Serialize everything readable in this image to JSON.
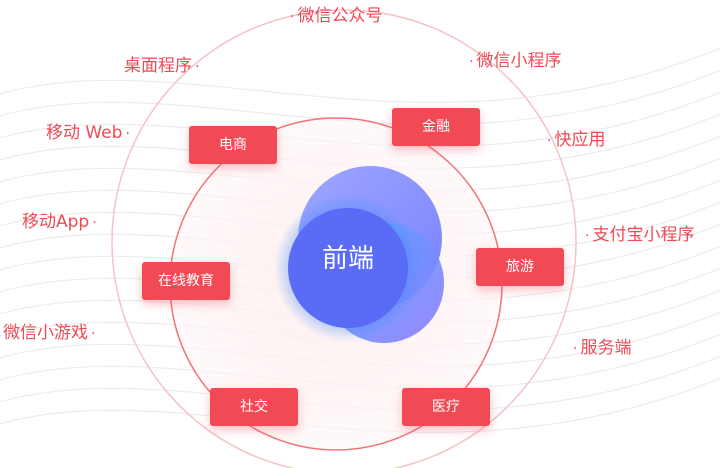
{
  "center": {
    "label": "前端"
  },
  "inner_tags": [
    {
      "id": "ecommerce",
      "label": "电商"
    },
    {
      "id": "finance",
      "label": "金融"
    },
    {
      "id": "online-education",
      "label": "在线教育"
    },
    {
      "id": "travel",
      "label": "旅游"
    },
    {
      "id": "social",
      "label": "社交"
    },
    {
      "id": "medical",
      "label": "医疗"
    }
  ],
  "outer_labels": [
    {
      "id": "wechat-official",
      "label": "微信公众号"
    },
    {
      "id": "desktop-app",
      "label": "桌面程序"
    },
    {
      "id": "wechat-miniprogram",
      "label": "微信小程序"
    },
    {
      "id": "mobile-web",
      "label": "移动 Web"
    },
    {
      "id": "quick-app",
      "label": "快应用"
    },
    {
      "id": "mobile-app",
      "label": "移动App"
    },
    {
      "id": "alipay-miniprogram",
      "label": "支付宝小程序"
    },
    {
      "id": "wechat-minigame",
      "label": "微信小游戏"
    },
    {
      "id": "server-side",
      "label": "服务端"
    }
  ],
  "colors": {
    "accent": "#f24a55",
    "core_blue": "#5a6cf5",
    "glow_blue": "#3f8cff"
  }
}
